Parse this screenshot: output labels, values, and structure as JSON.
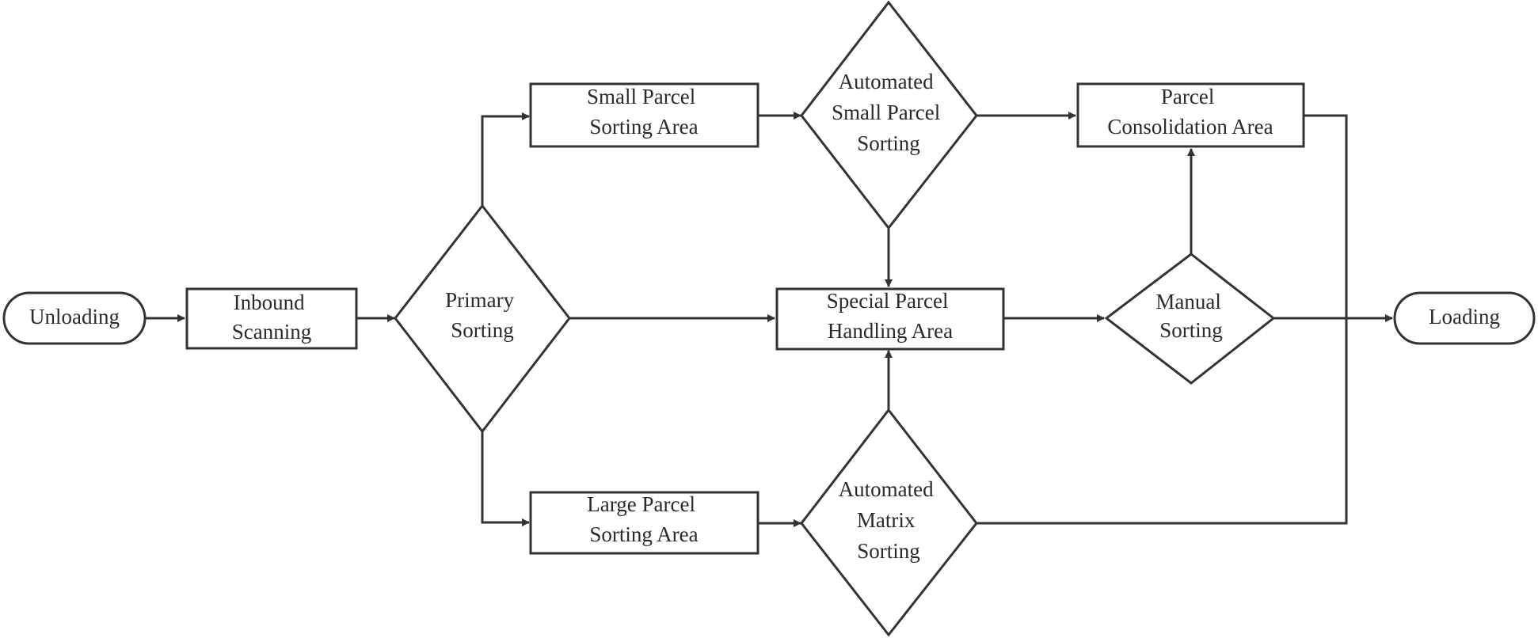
{
  "colors": {
    "stroke": "#333333",
    "fill": "#ffffff",
    "text": "#2a2a2a"
  },
  "nodes": {
    "unloading": {
      "shape": "terminal",
      "lines": [
        "Unloading"
      ]
    },
    "inbound_scanning": {
      "shape": "process",
      "lines": [
        "Inbound",
        "Scanning"
      ]
    },
    "primary_sorting": {
      "shape": "decision",
      "lines": [
        "Primary",
        "Sorting"
      ]
    },
    "small_parcel_area": {
      "shape": "process",
      "lines": [
        "Small Parcel",
        "Sorting Area"
      ]
    },
    "large_parcel_area": {
      "shape": "process",
      "lines": [
        "Large Parcel",
        "Sorting Area"
      ]
    },
    "auto_small_sorting": {
      "shape": "decision",
      "lines": [
        "Automated",
        "Small Parcel",
        "Sorting"
      ]
    },
    "auto_matrix_sorting": {
      "shape": "decision",
      "lines": [
        "Automated",
        "Matrix",
        "Sorting"
      ]
    },
    "special_parcel_area": {
      "shape": "process",
      "lines": [
        "Special Parcel",
        "Handling Area"
      ]
    },
    "consolidation_area": {
      "shape": "process",
      "lines": [
        "Parcel",
        "Consolidation Area"
      ]
    },
    "manual_sorting": {
      "shape": "decision",
      "lines": [
        "Manual",
        "Sorting"
      ]
    },
    "loading": {
      "shape": "terminal",
      "lines": [
        "Loading"
      ]
    }
  },
  "edges": [
    {
      "from": "unloading",
      "to": "inbound_scanning"
    },
    {
      "from": "inbound_scanning",
      "to": "primary_sorting"
    },
    {
      "from": "primary_sorting",
      "to": "small_parcel_area"
    },
    {
      "from": "primary_sorting",
      "to": "large_parcel_area"
    },
    {
      "from": "primary_sorting",
      "to": "special_parcel_area"
    },
    {
      "from": "small_parcel_area",
      "to": "auto_small_sorting"
    },
    {
      "from": "auto_small_sorting",
      "to": "consolidation_area"
    },
    {
      "from": "auto_small_sorting",
      "to": "special_parcel_area"
    },
    {
      "from": "large_parcel_area",
      "to": "auto_matrix_sorting"
    },
    {
      "from": "auto_matrix_sorting",
      "to": "special_parcel_area"
    },
    {
      "from": "special_parcel_area",
      "to": "manual_sorting"
    },
    {
      "from": "manual_sorting",
      "to": "consolidation_area"
    },
    {
      "from": "manual_sorting",
      "to": "loading"
    },
    {
      "from": "consolidation_area",
      "to": "loading"
    },
    {
      "from": "auto_matrix_sorting",
      "to": "loading"
    }
  ]
}
